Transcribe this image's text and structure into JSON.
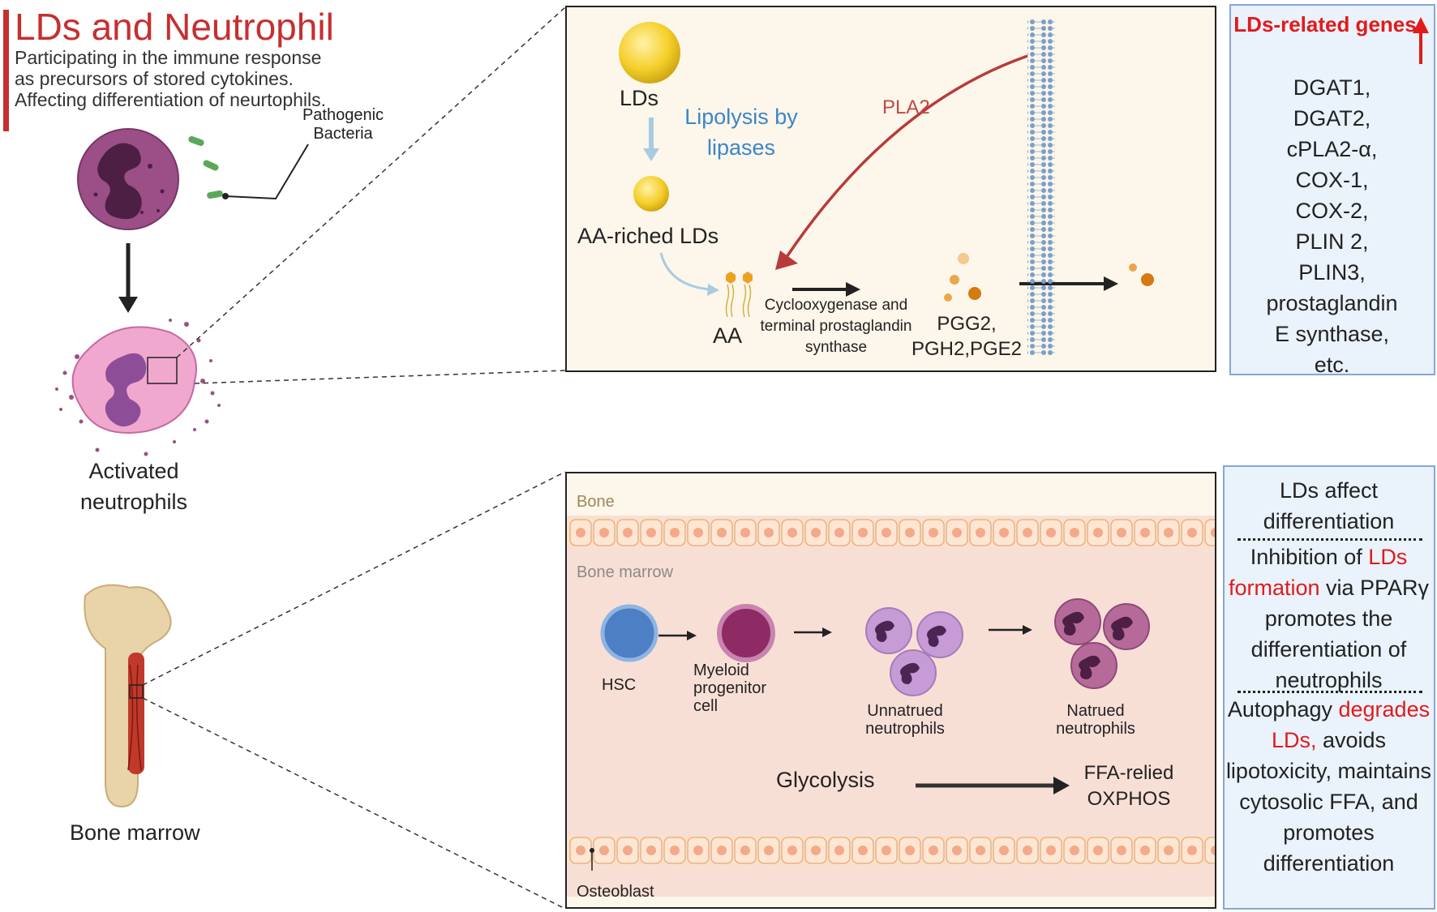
{
  "header": {
    "title": "LDs and Neutrophil",
    "description": "Participating in the immune response as precursors of stored cytokines. Affecting differentiation of neurtophils."
  },
  "left": {
    "bacteria_label": "Pathogenic Bacteria",
    "activated_label": "Activated neutrophils",
    "bone_marrow_label": "Bone marrow"
  },
  "top_panel": {
    "lds": "LDs",
    "lipolysis": "Lipolysis by lipases",
    "aa_riched": "AA-riched LDs",
    "pla2": "PLA2",
    "aa": "AA",
    "enzyme": "Cyclooxygenase and terminal prostaglandin synthase",
    "pgg": "PGG2, PGH2,PGE2"
  },
  "genes_box": {
    "title": "LDs-related genes",
    "genes": [
      "DGAT1,",
      "DGAT2,",
      "cPLA2-α,",
      "COX-1,",
      "COX-2,",
      "PLIN 2,",
      "PLIN3,",
      "prostaglandin",
      "E synthase,",
      "etc."
    ]
  },
  "bottom_panel": {
    "bone": "Bone",
    "bone_marrow": "Bone marrow",
    "hsc": "HSC",
    "myeloid": "Myeloid progenitor cell",
    "unnatrued": "Unnatrued neutrophils",
    "natrued": "Natrued neutrophils",
    "glycolysis": "Glycolysis",
    "ffa": "FFA-relied OXPHOS",
    "osteoblast": "Osteoblast"
  },
  "diff_box": {
    "sec1": "LDs affect differentiation",
    "sec2_a": "Inhibition of ",
    "sec2_red": "LDs formation",
    "sec2_b": " via PPARγ promotes the differentiation of neutrophils",
    "sec3_a": "Autophagy ",
    "sec3_red": "degrades LDs,",
    "sec3_b": " avoids lipotoxicity, maintains cytosolic  FFA, and promotes differentiation"
  },
  "colors": {
    "title_red": "#c62f2f",
    "accent_red": "#e01b1b",
    "lipolysis_blue": "#3a86c8",
    "pla2_red": "#b83a3a",
    "neutrophil_purple": "#9b4f86"
  }
}
